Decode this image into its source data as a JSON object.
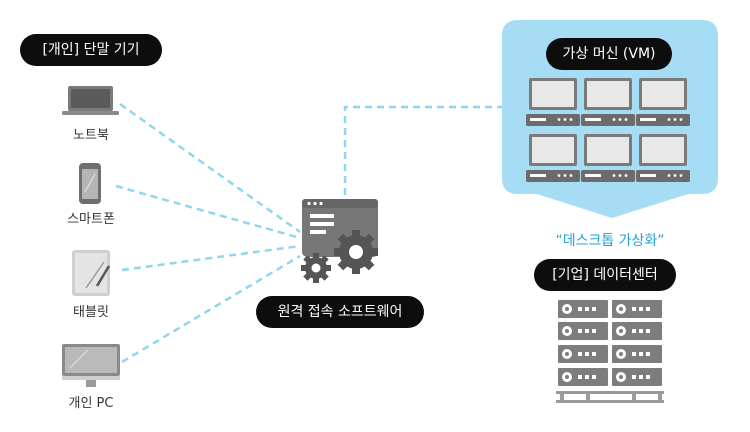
{
  "devices_group": {
    "title": "[개인] 단말 기기",
    "items": [
      {
        "label": "노트북"
      },
      {
        "label": "스마트폰"
      },
      {
        "label": "태블릿"
      },
      {
        "label": "개인 PC"
      }
    ]
  },
  "software": {
    "label": "원격 접속 소프트웨어"
  },
  "vm_group": {
    "title": "가상 머신 (VM)"
  },
  "callout": {
    "text": "“데스크톱 가상화”"
  },
  "datacenter": {
    "title": "[기업] 데이터센터"
  },
  "colors": {
    "pill_bg": "#0d0d0d",
    "connector": "#8fd6ee",
    "cloud_fill": "#a6dcf4",
    "accent_text": "#1fa3d6",
    "device_gray": "#7a7a7a"
  }
}
